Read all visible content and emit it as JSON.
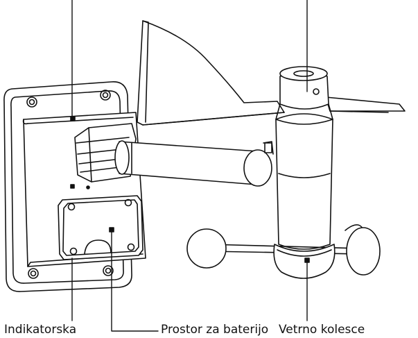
{
  "labels": {
    "indicator": "Indikatorska",
    "battery": "Prostor za baterijo",
    "wind_cups": "Vetrno kolesce"
  },
  "colors": {
    "line": "#111111",
    "background": "#ffffff"
  }
}
